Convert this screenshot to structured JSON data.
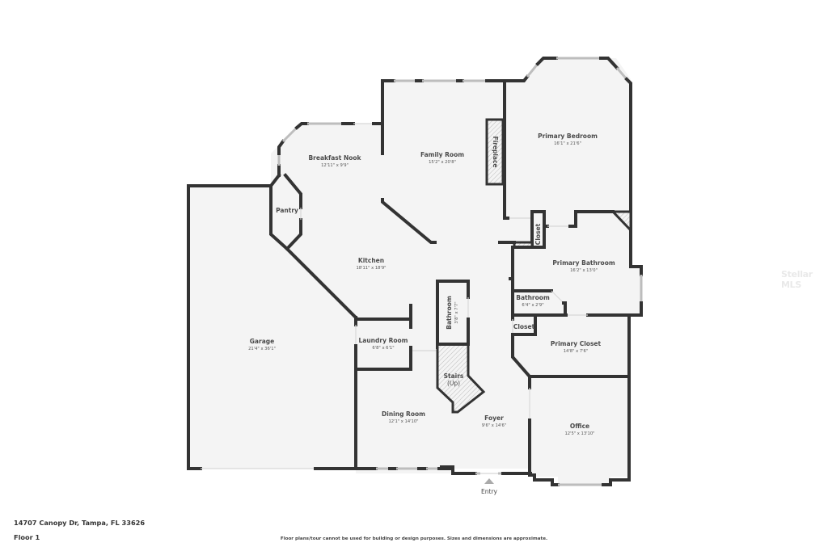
{
  "plan": {
    "address": "14707 Canopy Dr, Tampa, FL 33626",
    "floor": "Floor 1",
    "disclaimer": "Floor plans/tour cannot be used for building or design purposes. Sizes and dimensions are approximate.",
    "watermark": "Stellar MLS",
    "entry_label": "Entry",
    "colors": {
      "wall": "#333333",
      "floor": "#f4f4f4",
      "window": "#bdbdbd",
      "text": "#4a4a4a"
    }
  },
  "rooms": {
    "breakfast_nook": {
      "name": "Breakfast Nook",
      "dims": "12'11\" x 9'9\""
    },
    "family_room": {
      "name": "Family Room",
      "dims": "15'2\" x 20'8\""
    },
    "fireplace": {
      "name": "Fireplace"
    },
    "primary_bedroom": {
      "name": "Primary Bedroom",
      "dims": "16'1\" x 21'6\""
    },
    "pantry": {
      "name": "Pantry"
    },
    "kitchen": {
      "name": "Kitchen",
      "dims": "18'11\" x 18'9\""
    },
    "closet_a": {
      "name": "Closet"
    },
    "primary_bathroom": {
      "name": "Primary Bathroom",
      "dims": "16'2\" x 13'0\""
    },
    "bathroom_small": {
      "name": "Bathroom",
      "dims": "6'4\" x 2'9\""
    },
    "closet_b": {
      "name": "Closet"
    },
    "primary_closet": {
      "name": "Primary Closet",
      "dims": "14'8\" x 7'6\""
    },
    "garage": {
      "name": "Garage",
      "dims": "21'4\" x 36'1\""
    },
    "laundry_room": {
      "name": "Laundry Room",
      "dims": "6'8\" x 6'1\""
    },
    "bathroom_half": {
      "name": "Bathroom",
      "dims": "3'8\" x 7'7\""
    },
    "stairs": {
      "name": "Stairs",
      "note": "(Up)"
    },
    "dining_room": {
      "name": "Dining Room",
      "dims": "12'1\" x 14'10\""
    },
    "foyer": {
      "name": "Foyer",
      "dims": "9'6\" x 14'6\""
    },
    "office": {
      "name": "Office",
      "dims": "12'5\" x 13'10\""
    }
  }
}
